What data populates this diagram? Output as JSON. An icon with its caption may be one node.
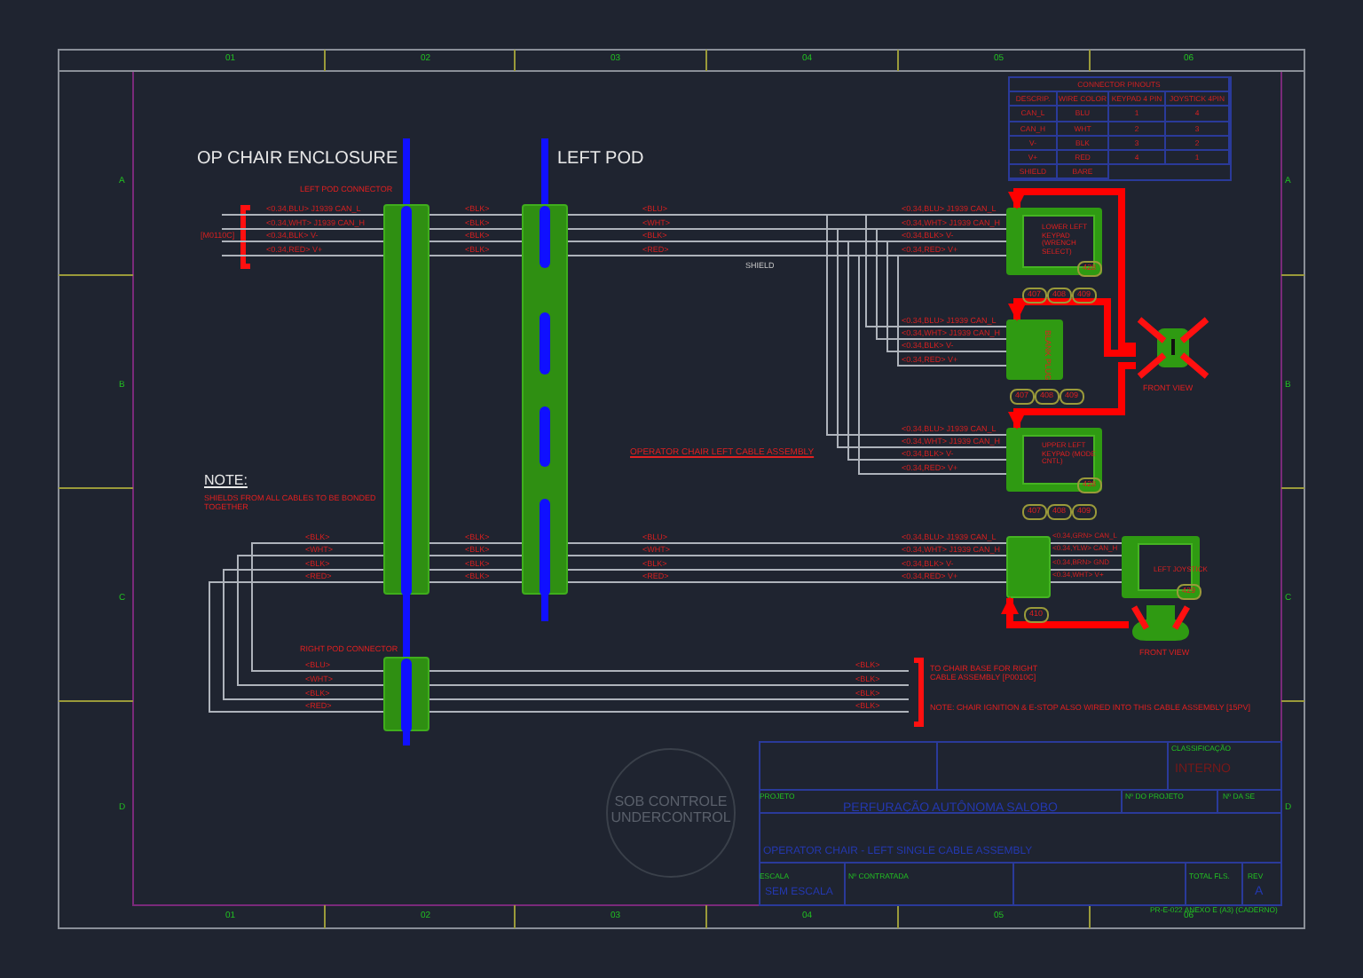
{
  "diagram": {
    "nodes": [
      {
        "text": [
          "OP CHAIR ENCLOSURE",
          "LEFT POD CONNECTOR"
        ]
      },
      {
        "text": [
          "LEFT POD"
        ]
      },
      {
        "text": [
          "LOWER LEFT KEYPAD (WRENCH SELECT)",
          "428"
        ],
        "beside": [
          "407",
          "408",
          "409"
        ]
      },
      {
        "text": [
          "BLANK PLUG"
        ],
        "beside": [
          "407",
          "408",
          "409"
        ]
      },
      {
        "text": [
          "UPPER LEFT KEYPAD (MODE CNTL)",
          "428"
        ],
        "beside": [
          "407",
          "408",
          "409"
        ]
      },
      {
        "text": [],
        "shape": "bar",
        "beside": [
          "410"
        ]
      },
      {
        "text": [
          "LEFT JOYSTICK",
          "429"
        ]
      },
      {
        "text": [],
        "shape": "picture",
        "beside": [
          "FRONT VIEW"
        ]
      },
      {
        "text": [],
        "shape": "picture",
        "beside": [
          "FRONT VIEW"
        ]
      },
      {
        "text": [
          "RIGHT POD CONNECTOR"
        ]
      }
    ],
    "edges": [
      {
        "from": null,
        "to": 0,
        "arrow": "none"
      },
      {
        "from": 0,
        "to": 1,
        "arrow": "none"
      },
      {
        "from": 1,
        "to": 2,
        "arrow": "none"
      },
      {
        "from": 1,
        "to": 3,
        "arrow": "none"
      },
      {
        "from": 1,
        "to": 4,
        "arrow": "none"
      },
      {
        "from": 0,
        "to": 1,
        "arrow": "none"
      },
      {
        "from": 1,
        "to": 5,
        "arrow": "none"
      },
      {
        "from": 0,
        "to": 9,
        "arrow": "none"
      },
      {
        "from": 9,
        "to": null,
        "arrow": "none"
      },
      {
        "from": 5,
        "to": 6,
        "arrow": "none"
      },
      {
        "from": 7,
        "to": 2,
        "arrow": "to",
        "style": "thick",
        "color": "#ff0000"
      },
      {
        "from": 7,
        "to": 3,
        "arrow": "to",
        "style": "thick",
        "color": "#ff0000"
      },
      {
        "from": 7,
        "to": 4,
        "arrow": "to",
        "style": "thick",
        "color": "#ff0000"
      },
      {
        "from": 8,
        "to": 5,
        "arrow": "to",
        "style": "thick",
        "color": "#ff0000"
      },
      {
        "from": null,
        "to": 0,
        "arrow": "none",
        "style": "thick",
        "color": "#1010ff"
      },
      {
        "from": 0,
        "to": 9,
        "arrow": "none",
        "style": "thick",
        "color": "#1010ff"
      },
      {
        "from": null,
        "to": 1,
        "arrow": "none",
        "style": "thick",
        "color": "#1010ff"
      },
      {
        "from": 1,
        "to": null,
        "arrow": "none",
        "style": "thick",
        "color": "#1010ff"
      },
      {
        "from": 9,
        "to": null,
        "arrow": "none",
        "style": "thick",
        "color": "#1010ff"
      }
    ],
    "labels": [
      "01",
      "02",
      "03",
      "04",
      "05",
      "06",
      "01",
      "02",
      "03",
      "04",
      "05",
      "06",
      "A",
      "B",
      "C",
      "D",
      "A",
      "B",
      "C",
      "D",
      "CONNECTOR PINOUTS",
      "DESCRIP.",
      "WIRE COLOR",
      "KEYPAD 4 PIN",
      "JOYSTICK 4PIN",
      "CAN_L",
      "BLU",
      "1",
      "4",
      "CAN_H",
      "WHT",
      "2",
      "3",
      "V-",
      "BLK",
      "3",
      "2",
      "V+",
      "RED",
      "4",
      "1",
      "SHIELD",
      "BARE",
      "<0.34,BLU> J1939 CAN_L",
      "<0.34,WHT> J1939 CAN_H",
      "<0.34,BLK> V-",
      "<0.34,RED> V+",
      "[M0110C]",
      "<BLK>",
      "<BLK>",
      "<BLK>",
      "<BLK>",
      "<BLU>",
      "<WHT>",
      "<BLK>",
      "<RED>",
      "SHIELD",
      "<0.34,BLU> J1939 CAN_L",
      "<0.34,WHT> J1939 CAN_H",
      "<0.34,BLK> V-",
      "<0.34,RED> V+",
      "<0.34,BLU> J1939 CAN_L",
      "<0.34,WHT> J1939 CAN_H",
      "<0.34,BLK> V-",
      "<0.34,RED> V+",
      "<0.34,BLU> J1939 CAN_L",
      "<0.34,WHT> J1939 CAN_H",
      "<0.34,BLK> V-",
      "<0.34,RED> V+",
      "<0.34,BLU> J1939 CAN_L",
      "<0.34,WHT> J1939 CAN_H",
      "<0.34,BLK> V-",
      "<0.34,RED> V+",
      "<0.34,GRN> CAN_L",
      "<0.34,YLW> CAN_H",
      "<0.34,BRN> GND",
      "<0.34,WHT> V+",
      "OPERATOR CHAIR LEFT CABLE ASSEMBLY",
      "NOTE:",
      "SHIELDS FROM ALL CABLES TO BE BONDED TOGETHER",
      "<BLK>",
      "<WHT>",
      "<BLK>",
      "<RED>",
      "<BLK>",
      "<BLK>",
      "<BLK>",
      "<BLK>",
      "<BLU>",
      "<WHT>",
      "<BLK>",
      "<RED>",
      "<BLU>",
      "<WHT>",
      "<BLK>",
      "<RED>",
      "<BLK>",
      "<BLK>",
      "<BLK>",
      "<BLK>",
      "TO CHAIR BASE FOR RIGHT CABLE ASSEMBLY [P0010C]",
      "NOTE: CHAIR IGNITION & E-STOP ALSO WIRED INTO THIS CABLE ASSEMBLY [15PV]",
      "SOB CONTROLE UNDERCONTROL",
      "CLASSIFICAÇÃO",
      "INTERNO",
      "PROJETO",
      "PERFURAÇÃO AUTÔNOMA SALOBO",
      "Nº DO PROJETO",
      "Nº DA SE",
      "OPERATOR CHAIR - LEFT SINGLE CABLE ASSEMBLY",
      "ESCALA",
      "SEM ESCALA",
      "Nº CONTRATADA",
      "TOTAL FLS.",
      "REV",
      "A",
      "PR-E-022 ANEXO E (A3) (CADERNO)"
    ]
  }
}
